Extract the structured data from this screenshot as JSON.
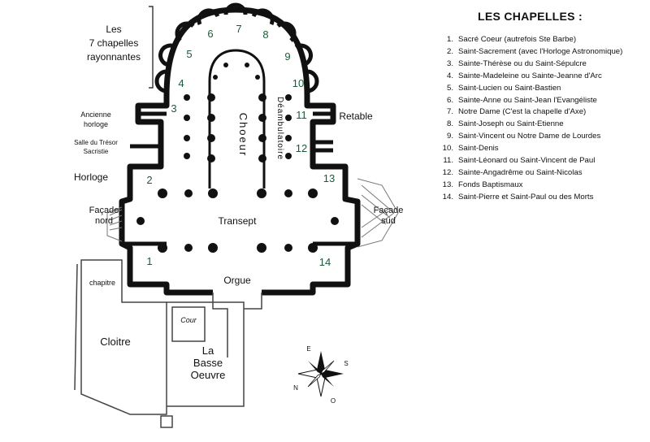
{
  "plan": {
    "labels": {
      "chapelles_line1": "Les",
      "chapelles_line2": "7 chapelles",
      "chapelles_line3": "rayonnantes",
      "ancienne_line1": "Ancienne",
      "ancienne_line2": "horloge",
      "salle_line1": "Salle du Trésor",
      "salle_line2": "Sacristie",
      "horloge": "Horloge",
      "facade_nord_line1": "Façade",
      "facade_nord_line2": "nord",
      "facade_sud_line1": "Façade",
      "facade_sud_line2": "sud",
      "transept": "Transept",
      "choeur": "Choeur",
      "deambulatoire": "Déambulatoire",
      "retable": "Retable",
      "orgue": "Orgue",
      "chapitre": "chapitre",
      "cloitre": "Cloitre",
      "cour": "Cour",
      "basse_line1": "La",
      "basse_line2": "Basse",
      "basse_line3": "Oeuvre",
      "compass_e": "E",
      "compass_s": "S",
      "compass_n": "N",
      "compass_o": "O"
    },
    "chapel_numbers": [
      "1",
      "2",
      "3",
      "4",
      "5",
      "6",
      "7",
      "8",
      "9",
      "10",
      "11",
      "12",
      "13",
      "14"
    ]
  },
  "legend": {
    "title": "LES CHAPELLES :",
    "items": [
      {
        "n": "1.",
        "text": "Sacré Coeur (autrefois Ste Barbe)"
      },
      {
        "n": "2.",
        "text": "Saint-Sacrement (avec l'Horloge Astronomique)"
      },
      {
        "n": "3.",
        "text": "Sainte-Thérèse ou du Saint-Sépulcre"
      },
      {
        "n": "4.",
        "text": "Sainte-Madeleine ou Sainte-Jeanne d'Arc"
      },
      {
        "n": "5.",
        "text": "Saint-Lucien ou Saint-Bastien"
      },
      {
        "n": "6.",
        "text": "Sainte-Anne ou Saint-Jean l'Evangéliste"
      },
      {
        "n": "7.",
        "text": "Notre Dame (C'est la chapelle d'Axe)"
      },
      {
        "n": "8.",
        "text": "Saint-Joseph ou Saint-Etienne"
      },
      {
        "n": "9.",
        "text": "Saint-Vincent ou Notre Dame de Lourdes"
      },
      {
        "n": "10.",
        "text": "Saint-Denis"
      },
      {
        "n": "11.",
        "text": "Saint-Léonard ou Saint-Vincent de Paul"
      },
      {
        "n": "12.",
        "text": "Sainte-Angadrême ou Saint-Nicolas"
      },
      {
        "n": "13.",
        "text": "Fonds Baptismaux"
      },
      {
        "n": "14.",
        "text": "Saint-Pierre et Saint-Paul ou des Morts"
      }
    ]
  }
}
